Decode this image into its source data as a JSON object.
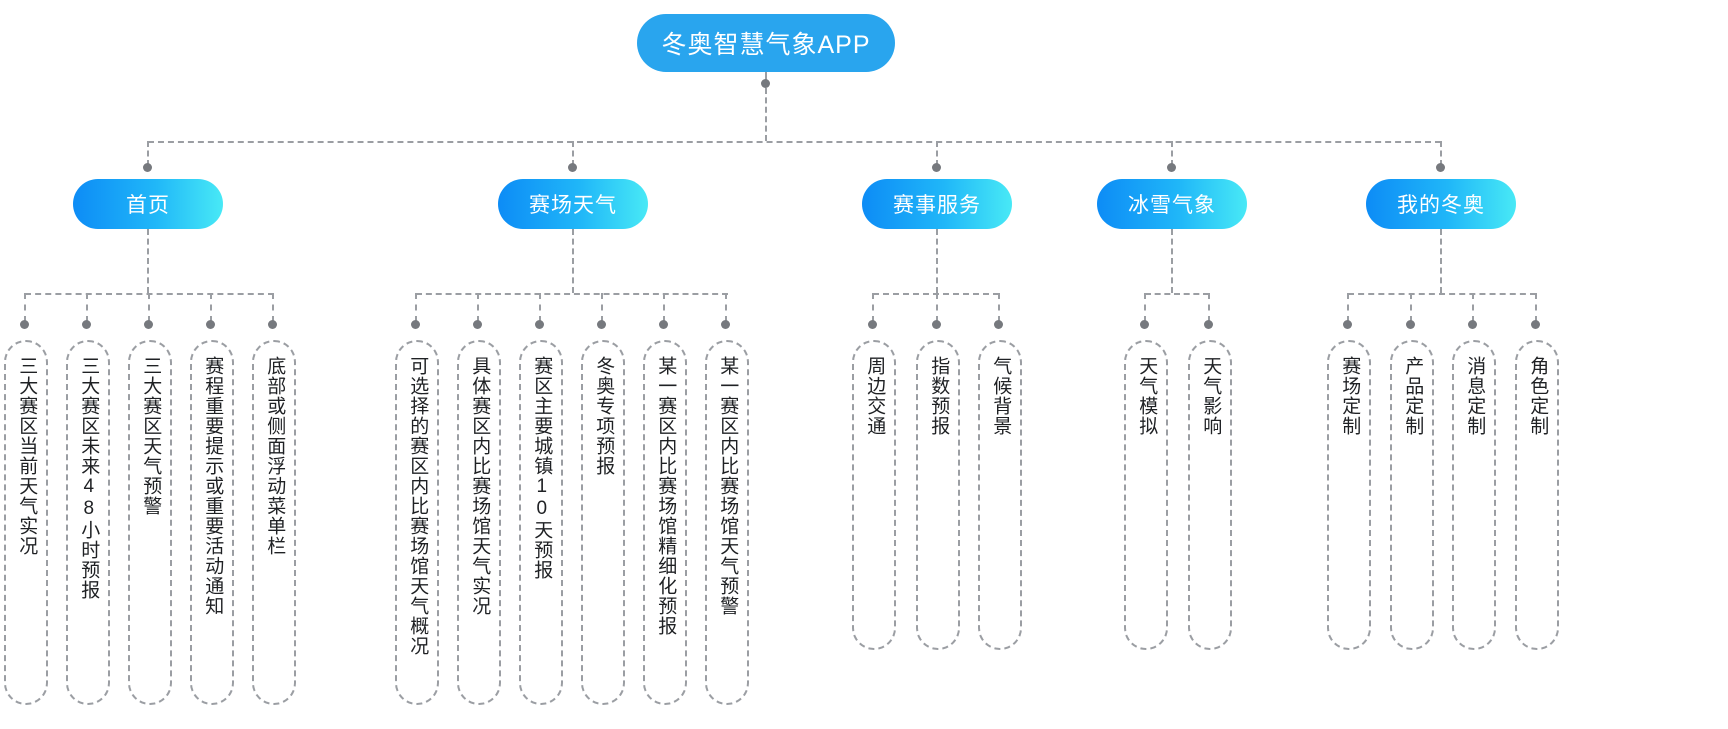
{
  "diagram": {
    "title": "冬奥智慧气象APP",
    "colors": {
      "root_fill": "#29a5ee",
      "branch_gradient_start": "#0d8cf6",
      "branch_gradient_end": "#48e9f6",
      "connector": "#9b9ea3",
      "dot": "#76797e",
      "leaf_text": "#1f2124"
    },
    "root": {
      "label": "冬奥智慧气象APP"
    },
    "branches": [
      {
        "label": "首页",
        "leaves": [
          {
            "label": "三大赛区当前天气实况"
          },
          {
            "label": "三大赛区未来48小时预报"
          },
          {
            "label": "三大赛区天气预警"
          },
          {
            "label": "赛程重要提示或重要活动通知"
          },
          {
            "label": "底部或侧面浮动菜单栏"
          }
        ]
      },
      {
        "label": "赛场天气",
        "leaves": [
          {
            "label": "可选择的赛区内比赛场馆天气概况"
          },
          {
            "label": "具体赛区内比赛场馆天气实况"
          },
          {
            "label": "赛区主要城镇10天预报"
          },
          {
            "label": "冬奥专项预报"
          },
          {
            "label": "某一赛区内比赛场馆精细化预报"
          },
          {
            "label": "某一赛区内比赛场馆天气预警"
          }
        ]
      },
      {
        "label": "赛事服务",
        "leaves": [
          {
            "label": "周边交通"
          },
          {
            "label": "指数预报"
          },
          {
            "label": "气候背景"
          }
        ]
      },
      {
        "label": "冰雪气象",
        "leaves": [
          {
            "label": "天气模拟"
          },
          {
            "label": "天气影响"
          }
        ]
      },
      {
        "label": "我的冬奥",
        "leaves": [
          {
            "label": "赛场定制"
          },
          {
            "label": "产品定制"
          },
          {
            "label": "消息定制"
          },
          {
            "label": "角色定制"
          }
        ]
      }
    ]
  }
}
